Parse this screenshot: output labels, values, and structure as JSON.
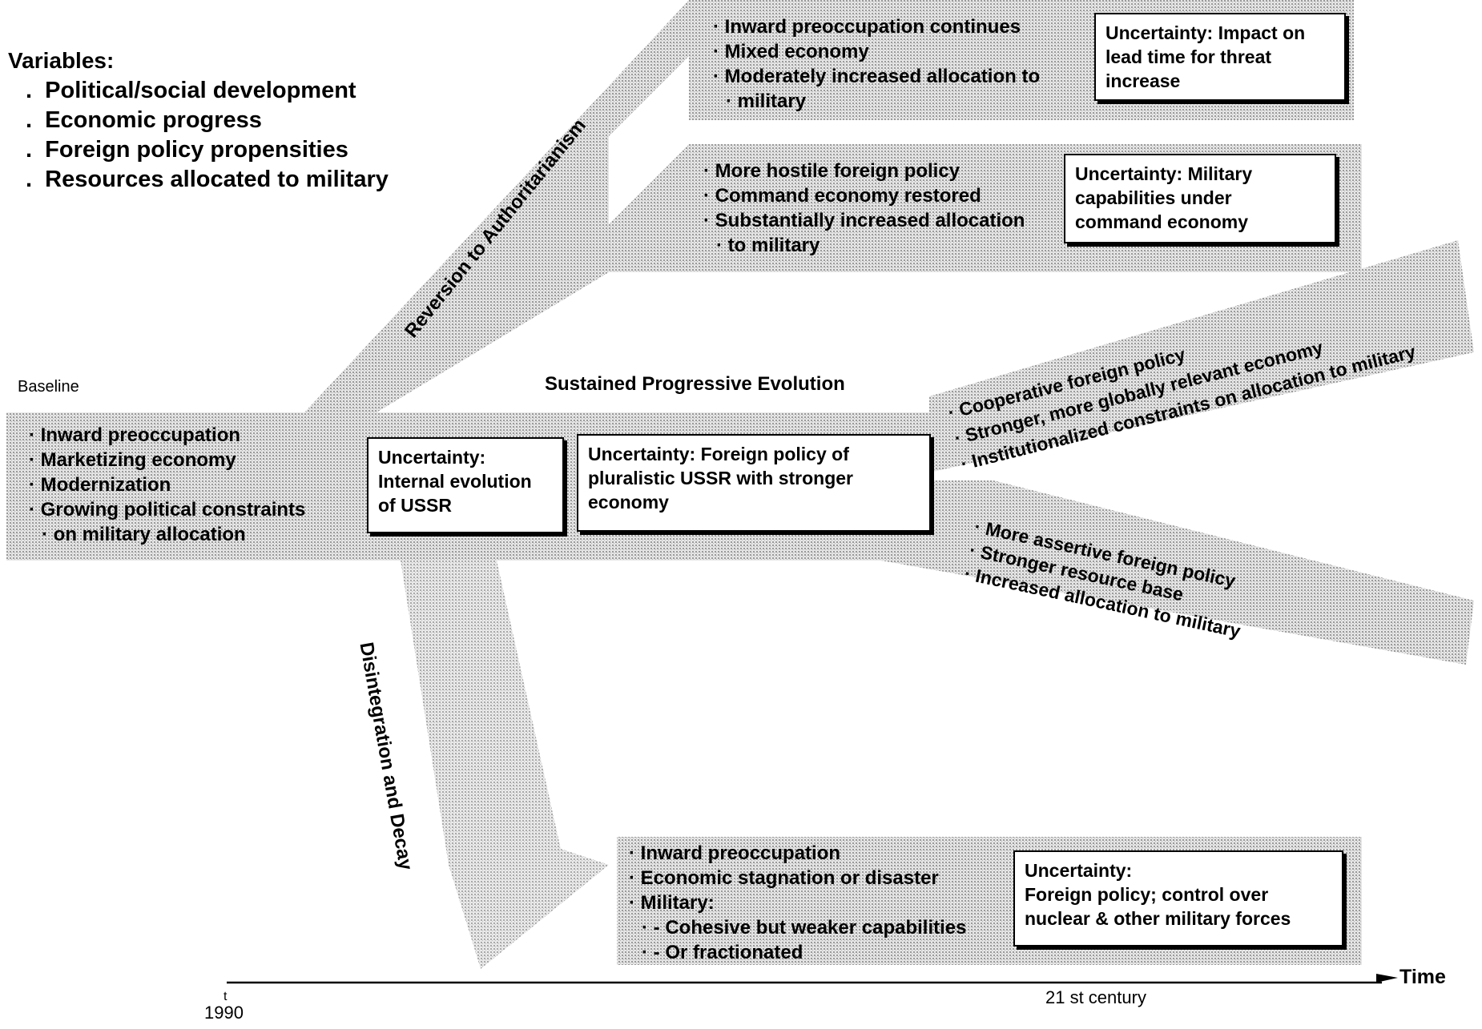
{
  "title": "Figure 1. USSR: Alternative Trajectories of Political and Economic Change",
  "variables": {
    "heading": "Variables:",
    "items": [
      "Political/social development",
      "Economic progress",
      "Foreign policy propensities",
      "Resources allocated to military"
    ]
  },
  "baseline": {
    "label": "Baseline",
    "bullets": [
      "Inward preoccupation",
      "Marketizing economy",
      "Modernization",
      "Growing political constraints",
      "on military allocation"
    ]
  },
  "paths": {
    "authoritarianism": "Reversion to Authoritarianism",
    "progressive": "Sustained Progressive Evolution",
    "decay": "Disintegration and Decay"
  },
  "branch_a": {
    "bullets": [
      "Inward preoccupation continues",
      "Mixed economy",
      "Moderately increased allocation to",
      "military"
    ],
    "uncertainty": [
      "Uncertainty:  Impact on",
      "lead time for threat",
      "increase"
    ]
  },
  "branch_b": {
    "bullets": [
      "More hostile foreign policy",
      "Command economy restored",
      "Substantially increased allocation",
      "to military"
    ],
    "uncertainty": [
      "Uncertainty:  Military",
      "capabilities under",
      "command economy"
    ]
  },
  "progressive_uncertainties": {
    "internal": [
      "Uncertainty:",
      "Internal evolution",
      "of USSR"
    ],
    "foreign": [
      "Uncertainty:  Foreign policy of",
      "pluralistic USSR with stronger",
      "economy"
    ]
  },
  "branch_c": {
    "bullets": [
      "Cooperative foreign policy",
      "Stronger, more globally relevant economy",
      "Institutionalized constraints on allocation to military"
    ]
  },
  "branch_d": {
    "bullets": [
      "More assertive foreign policy",
      "Stronger resource base",
      "Increased allocation to military"
    ]
  },
  "branch_decay": {
    "bullets": [
      "Inward preoccupation",
      "Economic stagnation or disaster",
      "Military:",
      "- Cohesive but weaker capabilities",
      "- Or fractionated"
    ],
    "uncertainty": [
      "Uncertainty:",
      "Foreign policy; control over",
      "nuclear & other military forces"
    ]
  },
  "timeline": {
    "start_tick": "t",
    "start": "1990",
    "mid": "21 st  century",
    "end": "Time"
  },
  "colors": {
    "band": "#c8c8c8",
    "ink": "#000000",
    "box": "#ffffff"
  }
}
